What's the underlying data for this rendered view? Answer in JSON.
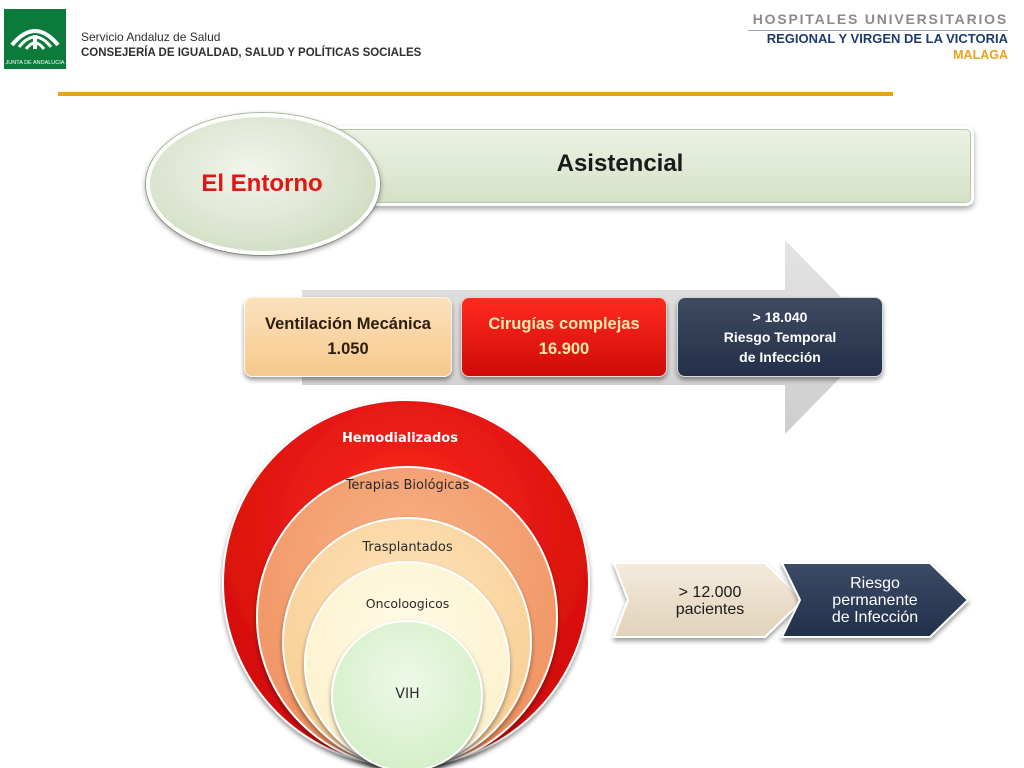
{
  "header": {
    "left_line_1": "Servicio Andaluz de Salud",
    "left_line_2": "CONSEJERÍA DE IGUALDAD, SALUD Y POLÍTICAS SOCIALES",
    "logo_caption": "JUNTA DE ANDALUCIA",
    "right_line_1": "HOSPITALES UNIVERSITARIOS",
    "right_line_2": "REGIONAL Y VIRGEN DE LA VICTORIA",
    "right_line_3": "MALAGA"
  },
  "banner": {
    "oval_text": "El Entorno",
    "title": "Asistencial"
  },
  "process": {
    "boxes": [
      {
        "line1": "Ventilación Mecánica",
        "line2": "1.050"
      },
      {
        "line1": "Cirugías complejas",
        "line2": "16.900"
      },
      {
        "line1": "> 18.040",
        "line2": "Riesgo Temporal",
        "line3": "de Infección"
      }
    ]
  },
  "circles": [
    {
      "label": "Hemodializados"
    },
    {
      "label": "Terapias Biológicas"
    },
    {
      "label": "Trasplantados"
    },
    {
      "label": "Oncoloogicos"
    },
    {
      "label": "VIH"
    }
  ],
  "chevrons": [
    {
      "line1": ">  12.000",
      "line2": "pacientes"
    },
    {
      "line1": "Riesgo",
      "line2": "permanente",
      "line3": "de Infección"
    }
  ],
  "colors": {
    "accent_orange": "#e8a31c",
    "navy": "#1f3a6e",
    "red": "#e31414",
    "green_logo": "#0b7a3b"
  }
}
